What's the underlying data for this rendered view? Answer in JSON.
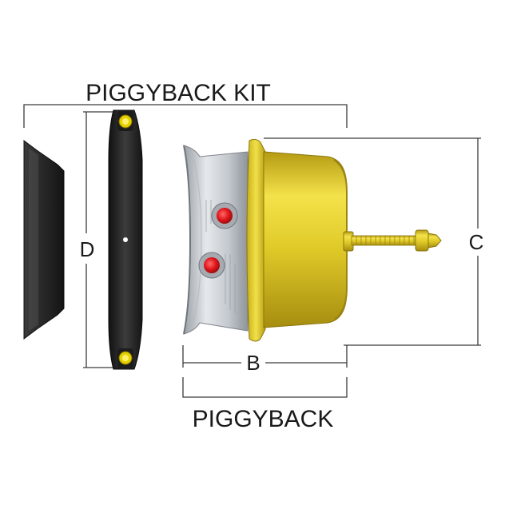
{
  "labels": {
    "kit_title": "PIGGYBACK KIT",
    "piggyback": "PIGGYBACK",
    "dim_b": "B",
    "dim_c": "C",
    "dim_d": "D"
  },
  "colors": {
    "background": "#ffffff",
    "canister": "#d9c21e",
    "housing": "#c8ccd0",
    "port": "#e0161b",
    "gasket": "#1e1e1e",
    "plate": "#2a2a2a",
    "fastener": "#e6d000"
  }
}
